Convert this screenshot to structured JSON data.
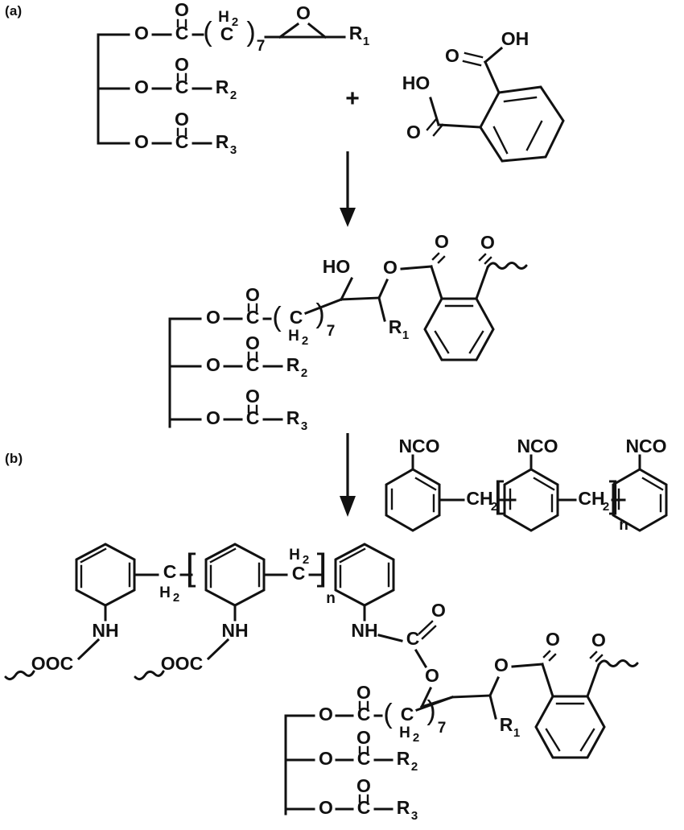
{
  "figure": {
    "type": "chemical-reaction-scheme",
    "background_color": "#ffffff",
    "line_color": "#111111",
    "panels": [
      {
        "id": "a",
        "label": "(a)"
      },
      {
        "id": "b",
        "label": "(b)"
      }
    ]
  },
  "atoms": {
    "O": "O",
    "C": "C",
    "H": "H",
    "N": "N",
    "OH": "OH",
    "HO": "HO",
    "NH": "NH",
    "NCO": "NCO",
    "OOC": "OOC",
    "CH2": "CH",
    "R1": "R",
    "R2": "R",
    "R3": "R",
    "plus": "+"
  },
  "subscripts": {
    "one": "1",
    "two": "2",
    "three": "3",
    "seven": "7",
    "n": "n"
  },
  "step_a": {
    "reactant_left": {
      "name": "epoxidized-triglyceride",
      "backbone": "glycerol",
      "chains": [
        {
          "label_chain": "C",
          "repeat": "7",
          "terminal": "R",
          "terminal_sub": "1",
          "has_epoxide": true,
          "ch2_H": "H",
          "ch2_Hsub": "2"
        },
        {
          "label": "R",
          "sub": "2"
        },
        {
          "label": "R",
          "sub": "3"
        }
      ],
      "ester_O": "O",
      "carbonyl_O": "O"
    },
    "plus_sign": "+",
    "reactant_right": {
      "name": "phthalic-acid",
      "groups": [
        "OH",
        "HO",
        "O",
        "O"
      ]
    },
    "arrow": "down-arrow"
  },
  "intermediate": {
    "name": "half-ester-phthalate-triglyceride",
    "hydroxyl": "HO",
    "terminal": "R",
    "terminal_sub": "1",
    "ester_O": "O",
    "carbonyl_O": "O",
    "chain_repeat": "7",
    "chain_C": "C",
    "chain_H": "H",
    "chain_Hsub": "2",
    "chains": [
      {
        "label": "R",
        "sub": "2"
      },
      {
        "label": "R",
        "sub": "3"
      }
    ],
    "open_bond": "wavy-bond"
  },
  "step_b": {
    "reactant": {
      "name": "polymeric-mdi",
      "end_groups": [
        "NCO",
        "NCO",
        "NCO"
      ],
      "bridges": [
        "CH",
        "CH"
      ],
      "bridge_sub": "2",
      "repeat_sub": "n",
      "bracket_open": "[",
      "bracket_close": "]"
    },
    "arrow": "down-arrow"
  },
  "product": {
    "name": "polyurethane-network",
    "aromatic_units": 3,
    "urethane_labels": [
      "NH",
      "NH",
      "NH"
    ],
    "pendant_labels": [
      "OOC",
      "OOC"
    ],
    "bridge_C": "C",
    "bridge_H": "H",
    "bridge_Hsub": "2",
    "repeat_sub": "n",
    "carbonyl_O": "O",
    "ester_O": "O",
    "chain_repeat": "7",
    "chain_C": "C",
    "chain_H": "H",
    "chain_Hsub": "2",
    "terminal": "R",
    "terminal_sub": "1",
    "chains": [
      {
        "label": "R",
        "sub": "2"
      },
      {
        "label": "R",
        "sub": "3"
      }
    ],
    "open_bond": "wavy-bond"
  }
}
